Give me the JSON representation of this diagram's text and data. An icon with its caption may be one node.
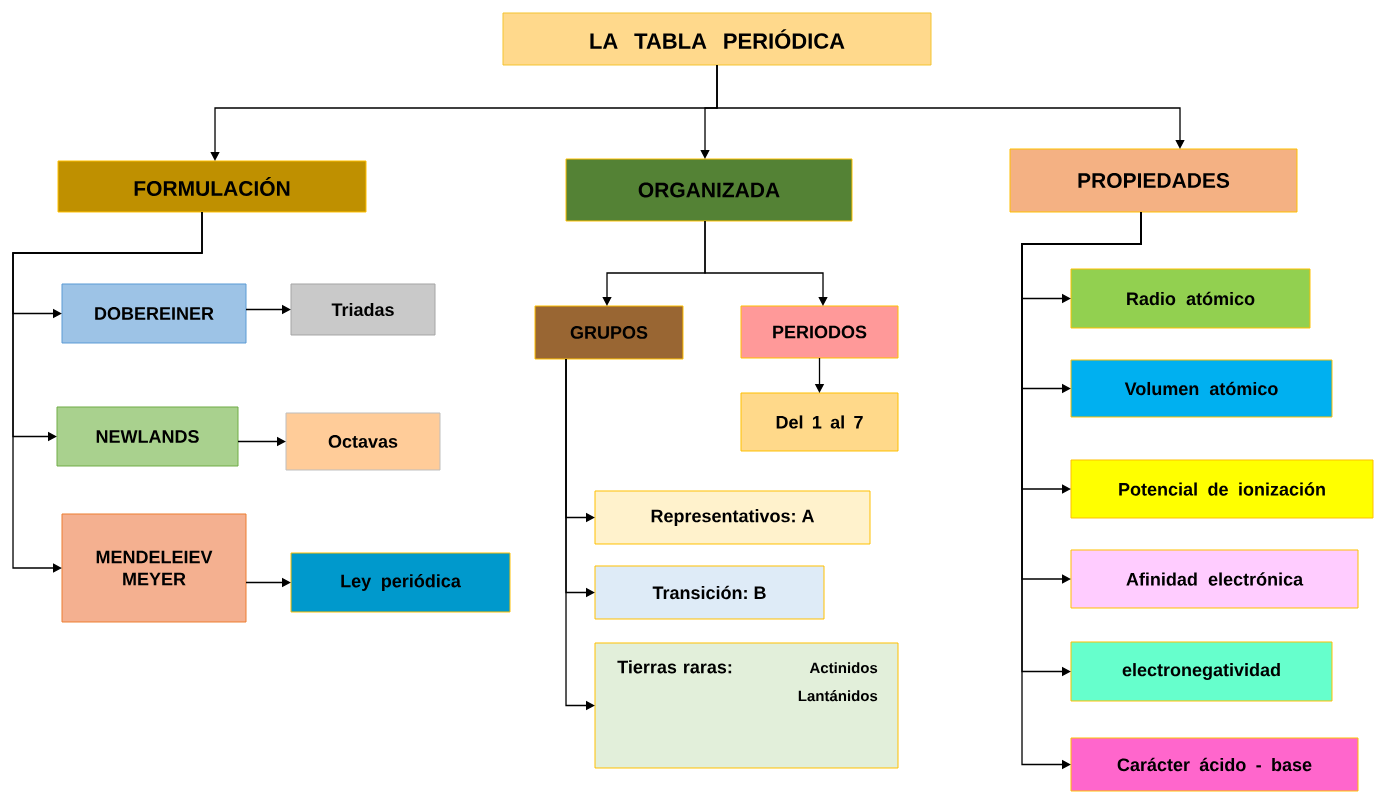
{
  "diagram": {
    "nodes": [
      {
        "text": [
          "LA TABLA PERIÓDICA"
        ]
      },
      {
        "text": [
          "FORMULACIÓN"
        ]
      },
      {
        "text": [
          "ORGANIZADA"
        ]
      },
      {
        "text": [
          "PROPIEDADES"
        ]
      },
      {
        "text": [
          "DOBEREINER"
        ]
      },
      {
        "text": [
          "Triadas"
        ]
      },
      {
        "text": [
          "NEWLANDS"
        ]
      },
      {
        "text": [
          "Octavas"
        ]
      },
      {
        "text": [
          "MENDELEIEV MEYER"
        ]
      },
      {
        "text": [
          "Ley periódica"
        ]
      },
      {
        "text": [
          "GRUPOS"
        ]
      },
      {
        "text": [
          "PERIODOS"
        ]
      },
      {
        "text": [
          "Del 1 al 7"
        ]
      },
      {
        "text": [
          "Representativos: A"
        ]
      },
      {
        "text": [
          "Transición: B"
        ]
      },
      {
        "text": [
          "Tierras raras:",
          "Actinidos Lantánidos"
        ]
      },
      {
        "text": [
          "Radio atómico"
        ]
      },
      {
        "text": [
          "Volumen atómico"
        ]
      },
      {
        "text": [
          "Potencial de ionización"
        ]
      },
      {
        "text": [
          "Afinidad electrónica"
        ]
      },
      {
        "text": [
          "electronegatividad"
        ]
      },
      {
        "text": [
          "Carácter ácido - base"
        ]
      }
    ],
    "edges": [
      {
        "from": 0,
        "to": 1,
        "arrow": "to"
      },
      {
        "from": 0,
        "to": 2,
        "arrow": "to"
      },
      {
        "from": 0,
        "to": 3,
        "arrow": "to"
      },
      {
        "from": 1,
        "to": 4,
        "arrow": "to"
      },
      {
        "from": 1,
        "to": 6,
        "arrow": "to"
      },
      {
        "from": 1,
        "to": 8,
        "arrow": "to"
      },
      {
        "from": 4,
        "to": 5,
        "arrow": "to"
      },
      {
        "from": 6,
        "to": 7,
        "arrow": "to"
      },
      {
        "from": 8,
        "to": 9,
        "arrow": "to"
      },
      {
        "from": 2,
        "to": 10,
        "arrow": "to"
      },
      {
        "from": 2,
        "to": 11,
        "arrow": "to"
      },
      {
        "from": 11,
        "to": 12,
        "arrow": "to"
      },
      {
        "from": 10,
        "to": 13,
        "arrow": "to"
      },
      {
        "from": 10,
        "to": 14,
        "arrow": "to"
      },
      {
        "from": 10,
        "to": 15,
        "arrow": "to"
      },
      {
        "from": 3,
        "to": 16,
        "arrow": "to"
      },
      {
        "from": 3,
        "to": 17,
        "arrow": "to"
      },
      {
        "from": 3,
        "to": 18,
        "arrow": "to"
      },
      {
        "from": 3,
        "to": 19,
        "arrow": "to"
      },
      {
        "from": 3,
        "to": 20,
        "arrow": "to"
      },
      {
        "from": 3,
        "to": 21,
        "arrow": "to"
      }
    ]
  }
}
